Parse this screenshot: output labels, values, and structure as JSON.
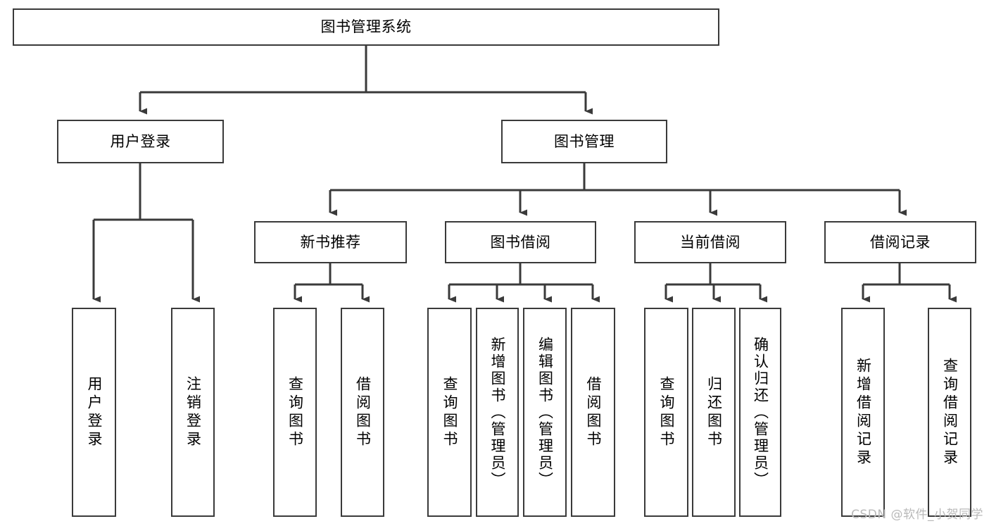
{
  "diagram": {
    "type": "tree",
    "title": "图书管理系统",
    "root": {
      "id": "root",
      "label": "图书管理系统"
    },
    "level2": [
      {
        "id": "user-login",
        "label": "用户登录"
      },
      {
        "id": "book-management",
        "label": "图书管理"
      }
    ],
    "level3": [
      {
        "id": "new-book-recommend",
        "label": "新书推荐",
        "parent": "book-management"
      },
      {
        "id": "book-borrow",
        "label": "图书借阅",
        "parent": "book-management"
      },
      {
        "id": "current-borrow",
        "label": "当前借阅",
        "parent": "book-management"
      },
      {
        "id": "borrow-record",
        "label": "借阅记录",
        "parent": "book-management"
      }
    ],
    "leaves": [
      {
        "id": "leaf-user-login",
        "label": "用户登录",
        "parent": "user-login"
      },
      {
        "id": "leaf-user-logout",
        "label": "注销登录",
        "parent": "user-login"
      },
      {
        "id": "leaf-query-book-1",
        "label": "查询图书",
        "parent": "new-book-recommend"
      },
      {
        "id": "leaf-borrow-book-1",
        "label": "借阅图书",
        "parent": "new-book-recommend"
      },
      {
        "id": "leaf-query-book-2",
        "label": "查询图书",
        "parent": "book-borrow"
      },
      {
        "id": "leaf-add-book",
        "label": "新增图书（管理员）",
        "parent": "book-borrow"
      },
      {
        "id": "leaf-edit-book",
        "label": "编辑图书（管理员）",
        "parent": "book-borrow"
      },
      {
        "id": "leaf-borrow-book-2",
        "label": "借阅图书",
        "parent": "book-borrow"
      },
      {
        "id": "leaf-query-book-3",
        "label": "查询图书",
        "parent": "current-borrow"
      },
      {
        "id": "leaf-return-book",
        "label": "归还图书",
        "parent": "current-borrow"
      },
      {
        "id": "leaf-confirm-return",
        "label": "确认归还（管理员）",
        "parent": "current-borrow"
      },
      {
        "id": "leaf-add-record",
        "label": "新增借阅记录",
        "parent": "borrow-record"
      },
      {
        "id": "leaf-query-record",
        "label": "查询借阅记录",
        "parent": "borrow-record"
      }
    ],
    "colors": {
      "border": "#3a3a3a",
      "background": "#ffffff",
      "text": "#000000",
      "watermark": "#b9b9b9"
    }
  },
  "watermark": {
    "text": "CSDN @软件_小贺同学"
  }
}
